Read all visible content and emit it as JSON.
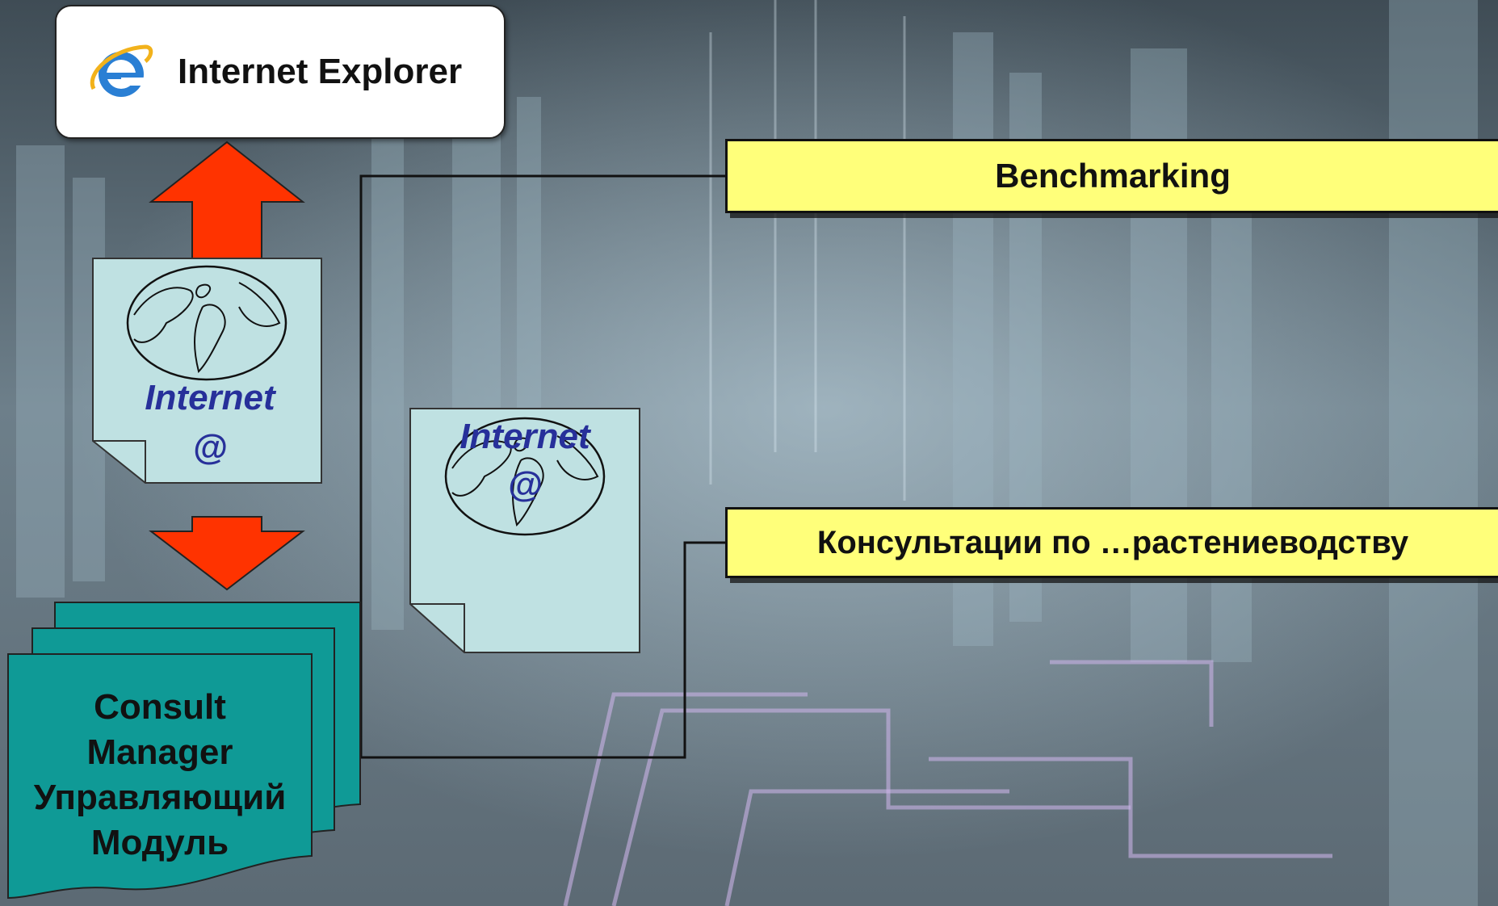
{
  "browser": {
    "label": "Internet Explorer",
    "icon": "internet-explorer-icon"
  },
  "internet_doc_left": {
    "title": "Internet",
    "symbol": "@",
    "icon": "globe-icon"
  },
  "internet_doc_center": {
    "title": "Internet",
    "symbol": "@",
    "icon": "globe-icon"
  },
  "arrow": {
    "color": "#ff3300",
    "icon": "double-headed-arrow"
  },
  "module": {
    "line1": "Consult",
    "line2": "Manager",
    "line3": "Управляющий",
    "line4": "Модуль",
    "color": "#0f9a96"
  },
  "targets": {
    "benchmarking": "Benchmarking",
    "consultation": "Консультации по …растениеводству",
    "color": "#ffff7a"
  }
}
